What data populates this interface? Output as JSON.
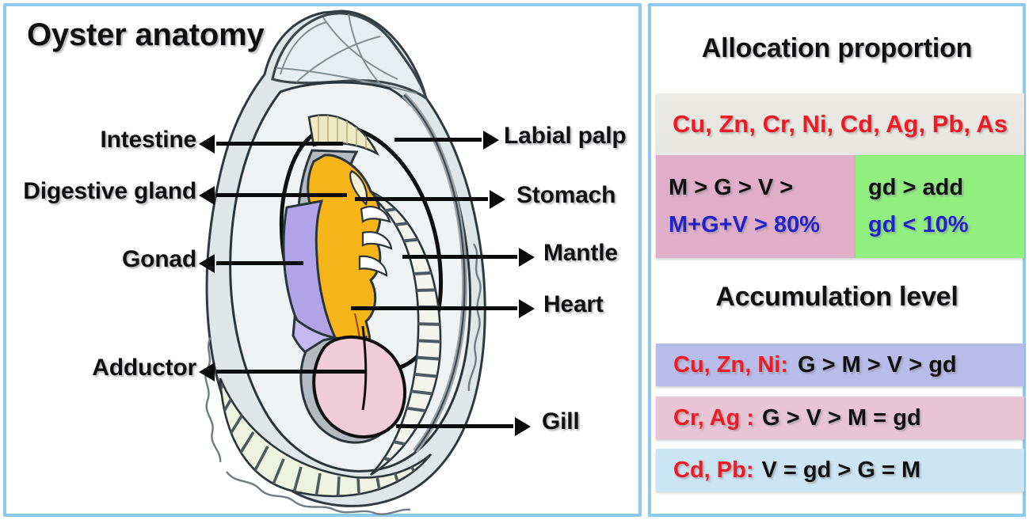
{
  "figure": {
    "border_color": "#8ec9ef"
  },
  "left_panel": {
    "title": "Oyster anatomy",
    "labels_left": [
      {
        "text": "Intestine",
        "name": "label-intestine"
      },
      {
        "text": "Digestive gland",
        "name": "label-digestive-gland"
      },
      {
        "text": "Gonad",
        "name": "label-gonad"
      },
      {
        "text": "Adductor",
        "name": "label-adductor"
      }
    ],
    "labels_right": [
      {
        "text": "Labial palp",
        "name": "label-labial-palp"
      },
      {
        "text": "Stomach",
        "name": "label-stomach"
      },
      {
        "text": "Mantle",
        "name": "label-mantle"
      },
      {
        "text": "Heart",
        "name": "label-heart"
      },
      {
        "text": "Gill",
        "name": "label-gill"
      }
    ],
    "diagram_colors": {
      "shell_outer": "#dfe6e8",
      "shell_inner": "#eef2f3",
      "digestive_gland": "#f5b417",
      "gonad": "#b0a3e8",
      "adductor": "#f0ccd9",
      "gill": "#eef3df",
      "mantle_outline": "#a8b0b4",
      "outline": "#111111"
    }
  },
  "right_panel": {
    "allocation": {
      "title": "Allocation proportion",
      "metals": "Cu, Zn, Cr, Ni, Cd, Ag, Pb, As",
      "metals_bg": "#eae8e2",
      "left_block": {
        "bg": "#e0aec8",
        "order": "M  >  G  >  V  >",
        "percent": "M+G+V > 80%"
      },
      "right_block": {
        "bg": "#90ef7e",
        "order": "gd   >  add",
        "percent": "gd < 10%"
      }
    },
    "accumulation": {
      "title": "Accumulation level",
      "rows": [
        {
          "metals": "Cu, Zn, Ni:",
          "order": "G > M > V > gd",
          "bg": "#b8bce8",
          "name": "accum-row-cu-zn-ni"
        },
        {
          "metals": "Cr, Ag :",
          "order": "G > V > M = gd",
          "bg": "#e8c4d4",
          "name": "accum-row-cr-ag"
        },
        {
          "metals": "Cd, Pb:",
          "order": "V = gd > G = M",
          "bg": "#cbe5f5",
          "name": "accum-row-cd-pb"
        }
      ]
    },
    "colors": {
      "metal_text": "#ed1c24",
      "tissue_text": "#101010",
      "percent_text": "#2222cc"
    }
  }
}
